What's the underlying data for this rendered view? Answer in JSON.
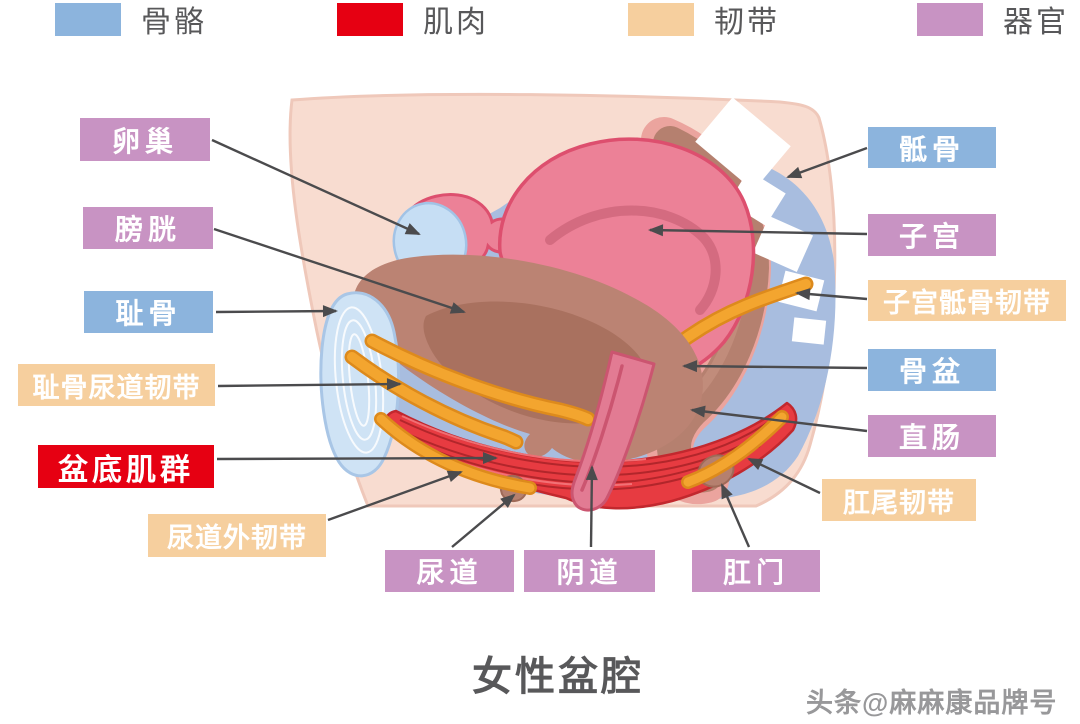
{
  "title": "女性盆腔",
  "watermark": "头条@麻麻康品牌号",
  "colors": {
    "bone": "#8cb4dd",
    "muscle": "#e60012",
    "ligament": "#f6cf9e",
    "organ": "#c893c3",
    "text_dark": "#58585a",
    "arrow": "#4b4b4d",
    "watermark": "#98989a"
  },
  "legend": {
    "items": [
      {
        "label": "骨骼",
        "category": "bone",
        "color": "#8cb4dd"
      },
      {
        "label": "肌肉",
        "category": "muscle",
        "color": "#e60012"
      },
      {
        "label": "韧带",
        "category": "ligament",
        "color": "#f6cf9e"
      },
      {
        "label": "器官",
        "category": "organ",
        "color": "#c893c3"
      }
    ]
  },
  "labels": {
    "ovary": {
      "text": "卵巢",
      "category": "organ"
    },
    "bladder": {
      "text": "膀胱",
      "category": "organ"
    },
    "pubic_bone": {
      "text": "耻骨",
      "category": "bone"
    },
    "pubourethral_ligament": {
      "text": "耻骨尿道韧带",
      "category": "ligament"
    },
    "pelvic_floor_muscles": {
      "text": "盆底肌群",
      "category": "muscle"
    },
    "external_urethral_ligament": {
      "text": "尿道外韧带",
      "category": "ligament"
    },
    "urethra": {
      "text": "尿道",
      "category": "organ"
    },
    "vagina": {
      "text": "阴道",
      "category": "organ"
    },
    "anus": {
      "text": "肛门",
      "category": "organ"
    },
    "sacrum": {
      "text": "骶骨",
      "category": "bone"
    },
    "uterus": {
      "text": "子宫",
      "category": "organ"
    },
    "uterosacral_ligament": {
      "text": "子宫骶骨韧带",
      "category": "ligament"
    },
    "pelvis": {
      "text": "骨盆",
      "category": "bone"
    },
    "rectum": {
      "text": "直肠",
      "category": "organ"
    },
    "anococcygeal_ligament": {
      "text": "肛尾韧带",
      "category": "ligament"
    }
  }
}
